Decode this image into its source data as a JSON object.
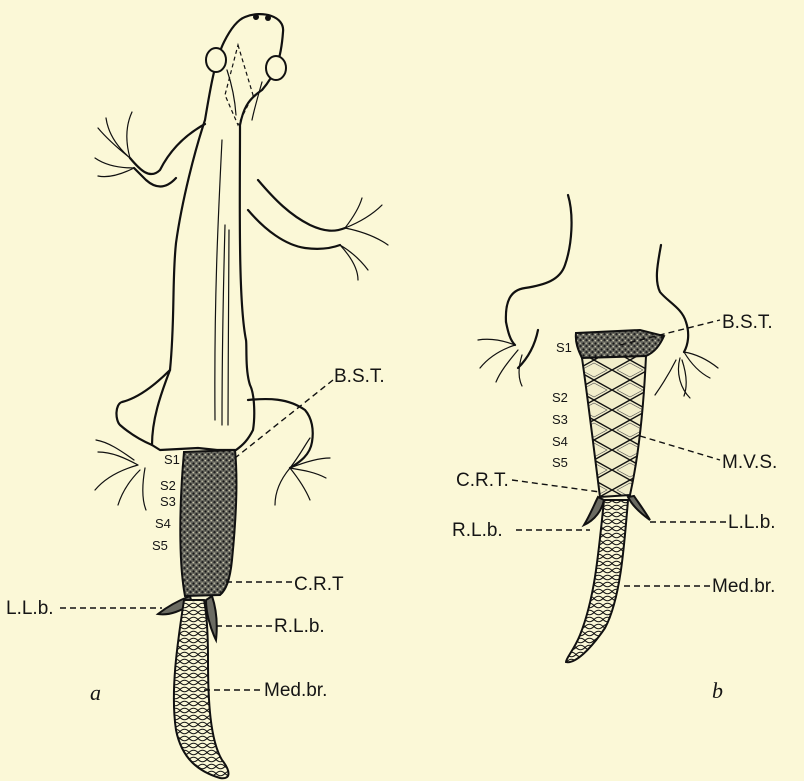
{
  "panels": {
    "a": {
      "caption": "a",
      "labels": {
        "bst": "B.S.T.",
        "crt": "C.R.T",
        "llb": "L.L.b.",
        "rlb": "R.L.b.",
        "med": "Med.br."
      },
      "segments": [
        "S1",
        "S2",
        "S3",
        "S4",
        "S5"
      ]
    },
    "b": {
      "caption": "b",
      "labels": {
        "bst": "B.S.T.",
        "mvs": "M.V.S.",
        "crt": "C.R.T.",
        "rlb": "R.L.b.",
        "llb": "L.L.b.",
        "med": "Med.br."
      },
      "segments": [
        "S1",
        "S2",
        "S3",
        "S4",
        "S5"
      ]
    }
  }
}
